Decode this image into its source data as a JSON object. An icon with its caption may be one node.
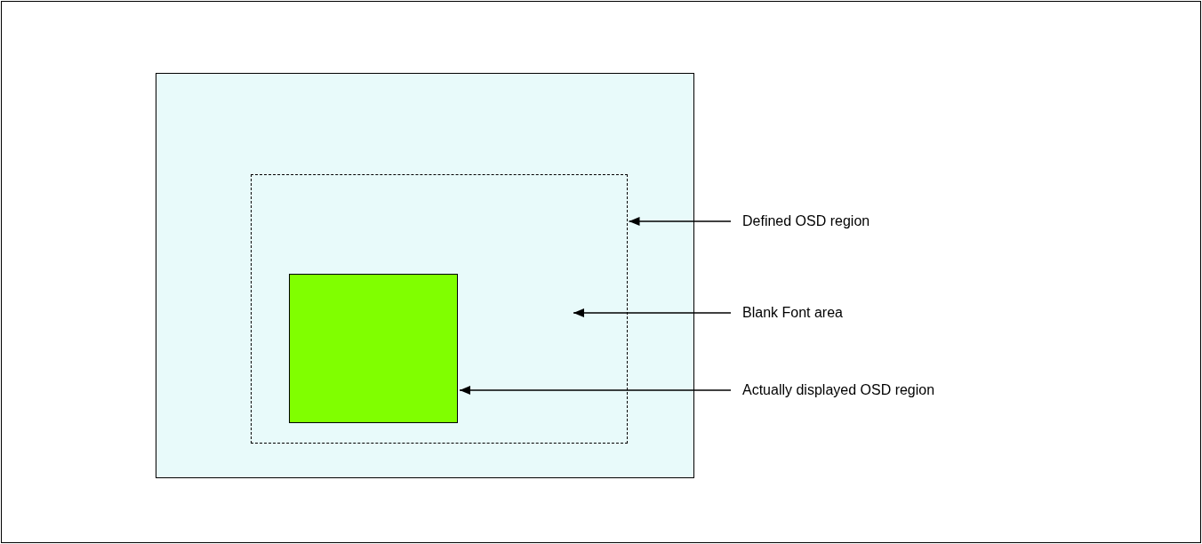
{
  "diagram": {
    "nodes": [
      {
        "text": [],
        "shape": "box"
      },
      {
        "text": [],
        "shape": "box",
        "in": 0
      },
      {
        "text": [],
        "shape": "box",
        "in": 1
      },
      {
        "text": [
          "Defined OSD region"
        ]
      },
      {
        "text": [
          "Blank Font area"
        ]
      },
      {
        "text": [
          "Actually displayed OSD region"
        ]
      }
    ],
    "edges": [
      {
        "from": 3,
        "to": 1,
        "arrow": "to"
      },
      {
        "from": 4,
        "to": null,
        "arrow": "to"
      },
      {
        "from": 5,
        "to": 2,
        "arrow": "to"
      }
    ]
  }
}
